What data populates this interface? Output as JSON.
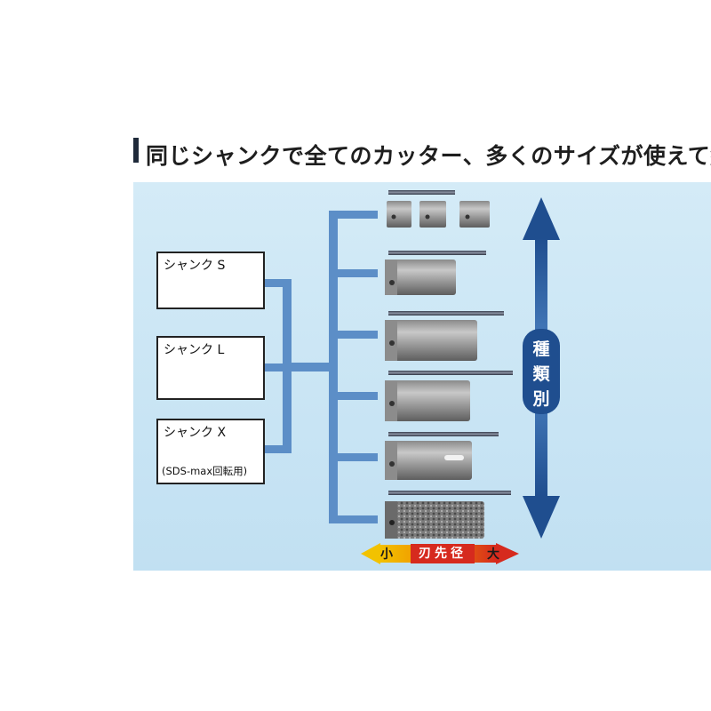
{
  "header": {
    "title": "同じシャンクで全てのカッター、多くのサイズが使えて経済的。"
  },
  "shanks": [
    {
      "label": "シャンク S",
      "note": ""
    },
    {
      "label": "シャンク L",
      "note": ""
    },
    {
      "label": "シャンク X",
      "note": "(SDS-max回転用)"
    }
  ],
  "type_axis": {
    "chars": [
      "種",
      "類",
      "別"
    ]
  },
  "diameter_axis": {
    "small": "小",
    "label": "刃先径",
    "large": "大"
  },
  "colors": {
    "connector": "#5c8ec7",
    "panel": "#c9e5f4",
    "arrow": "#1f4e8f",
    "diameter_red": "#d62a1e",
    "diameter_yellow": "#f2c200"
  },
  "cutter_rows": [
    {
      "kind": "short-cutter-set"
    },
    {
      "kind": "core-bit"
    },
    {
      "kind": "core-bit"
    },
    {
      "kind": "core-bit"
    },
    {
      "kind": "core-bit"
    },
    {
      "kind": "diamond-core-bit"
    }
  ]
}
